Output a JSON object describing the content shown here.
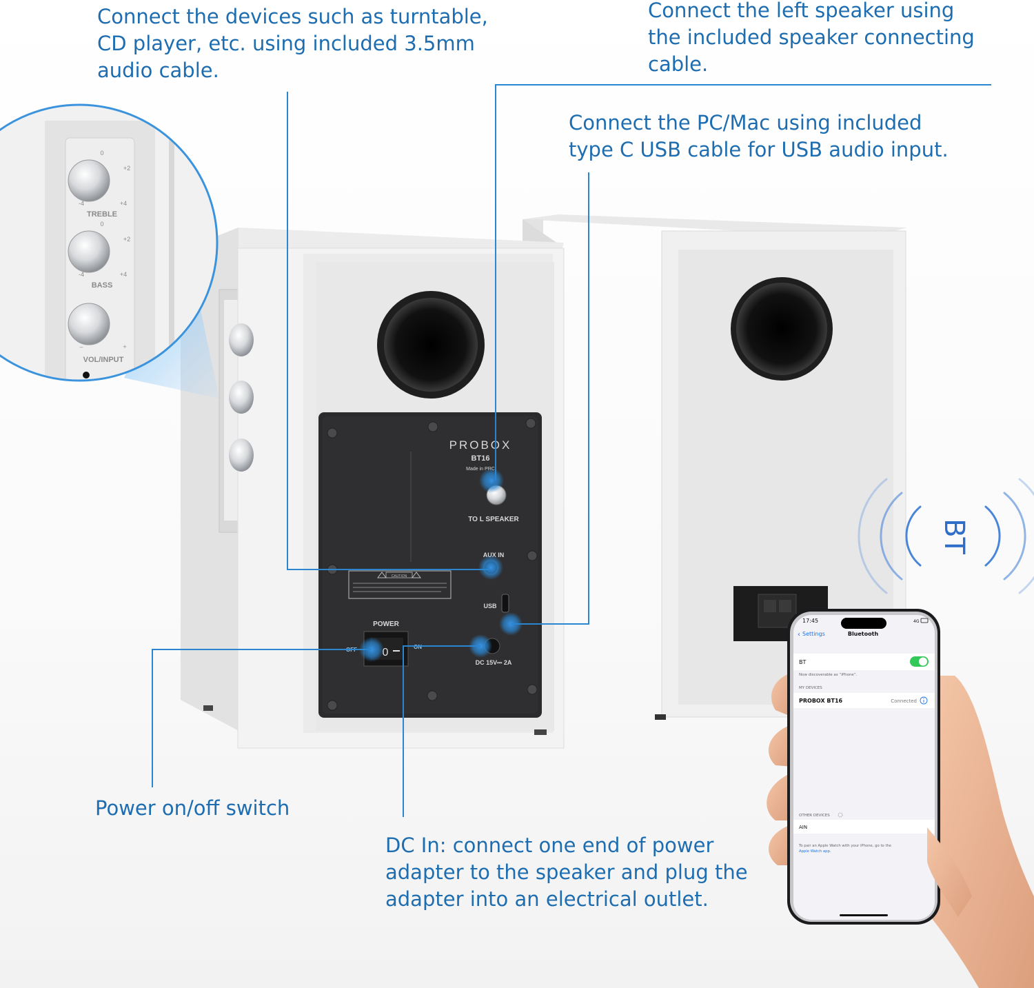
{
  "callouts": {
    "aux": [
      "Connect the devices such as turntable,",
      "CD player, etc. using included 3.5mm",
      "audio cable."
    ],
    "left_speaker": [
      "Connect the left speaker using",
      "the included speaker connecting",
      "cable."
    ],
    "usb": [
      "Connect the PC/Mac using included",
      "type C  USB cable for USB audio input."
    ],
    "power": [
      "Power on/off switch"
    ],
    "dc_in": [
      "DC In: connect one end of power",
      "adapter to the speaker and plug the",
      "adapter into an electrical outlet."
    ]
  },
  "knob_panel": {
    "treble_label": "TREBLE",
    "bass_label": "BASS",
    "vol_label": "VOL/INPUT",
    "scale_zero": "0",
    "scale_plus2": "+2",
    "scale_minus4": "-4",
    "scale_plus4": "+4",
    "scale_minus": "–",
    "scale_plus": "+"
  },
  "back_panel": {
    "brand": "PROBOX",
    "model": "BT16",
    "made_in": "Made in PRC",
    "to_l_speaker": "TO L SPEAKER",
    "aux_in": "AUX IN",
    "usb": "USB",
    "power": "POWER",
    "off": "OFF",
    "on": "ON",
    "switch_symbol": "0",
    "dc": "DC 15V⎓ 2A",
    "caution": "CAUTION"
  },
  "bt_badge": "BT",
  "phone": {
    "time": "17:45",
    "network": "4G",
    "back_label": "Settings",
    "screen_title": "Bluetooth",
    "bt_label": "BT",
    "bt_toggle_on": true,
    "discoverable": "Now discoverable as “iPhone”.",
    "my_devices_header": "MY DEVICES",
    "device_name": "PROBOX BT16",
    "device_status": "Connected",
    "other_devices_header": "OTHER DEVICES",
    "other_device": "AIN",
    "footer_text": "To pair an Apple Watch with your iPhone, go to the",
    "footer_link": "Apple Watch app."
  },
  "colors": {
    "accent": "#1d6db0",
    "line": "#2a86d0",
    "panel": "#2b2b2d",
    "toggle": "#34c759"
  }
}
